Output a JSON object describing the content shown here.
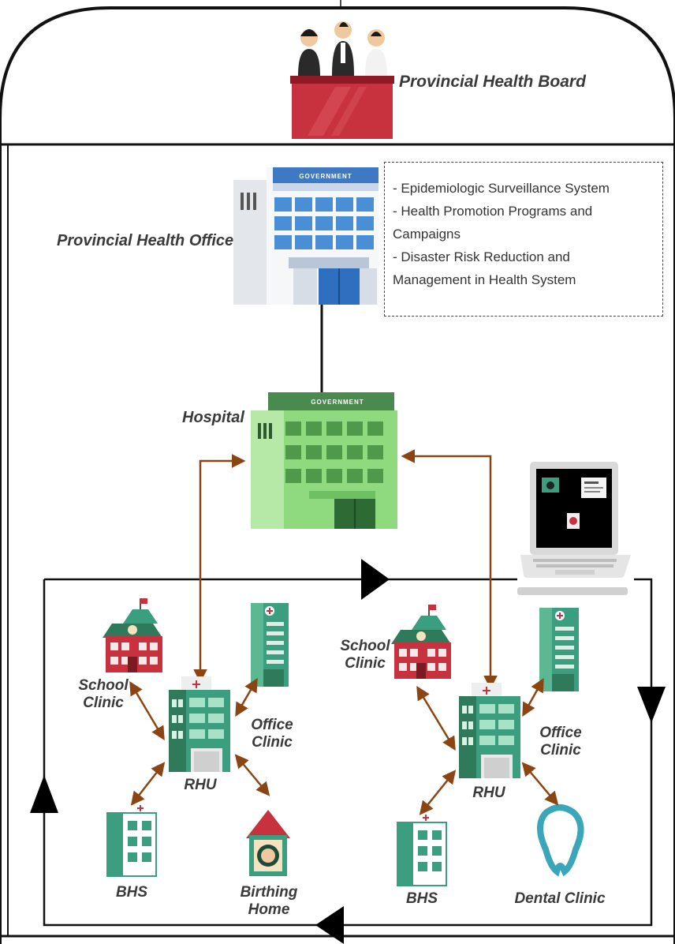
{
  "board": {
    "label": "Provincial Health Board"
  },
  "office": {
    "label": "Provincial Health Office",
    "sign": "GOVERNMENT",
    "programs": [
      "- Epidemiologic Surveillance System",
      "- Health Promotion Programs and\n  Campaigns",
      "- Disaster Risk Reduction and\n  Management in Health System"
    ]
  },
  "hospital": {
    "label": "Hospital",
    "sign": "GOVERNMENT"
  },
  "left_cluster": {
    "school": "School\nClinic",
    "office": "Office\nClinic",
    "rhu": "RHU",
    "bhs": "BHS",
    "birthing": "Birthing\nHome"
  },
  "right_cluster": {
    "school": "School\nClinic",
    "office": "Office\nClinic",
    "rhu": "RHU",
    "bhs": "BHS",
    "dental": "Dental Clinic"
  },
  "colors": {
    "arrow": "#8b4513",
    "frame": "#111111",
    "office_blue": "#4a8fd6",
    "hospital_green": "#8fd97f",
    "red_building": "#c8313e",
    "teal": "#3b9f7f"
  }
}
